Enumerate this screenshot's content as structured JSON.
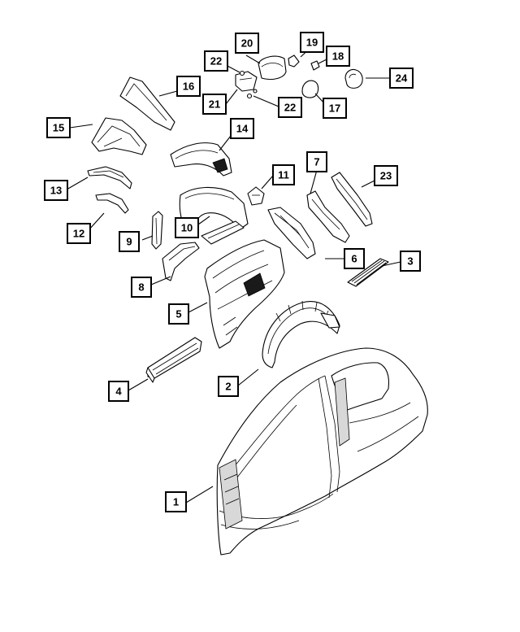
{
  "diagram": {
    "callouts": [
      {
        "id": "c1",
        "label": "1"
      },
      {
        "id": "c2",
        "label": "2"
      },
      {
        "id": "c3",
        "label": "3"
      },
      {
        "id": "c4",
        "label": "4"
      },
      {
        "id": "c5",
        "label": "5"
      },
      {
        "id": "c6",
        "label": "6"
      },
      {
        "id": "c7",
        "label": "7"
      },
      {
        "id": "c8",
        "label": "8"
      },
      {
        "id": "c9",
        "label": "9"
      },
      {
        "id": "c10",
        "label": "10"
      },
      {
        "id": "c11",
        "label": "11"
      },
      {
        "id": "c12",
        "label": "12"
      },
      {
        "id": "c13",
        "label": "13"
      },
      {
        "id": "c14",
        "label": "14"
      },
      {
        "id": "c15",
        "label": "15"
      },
      {
        "id": "c16",
        "label": "16"
      },
      {
        "id": "c17",
        "label": "17"
      },
      {
        "id": "c18",
        "label": "18"
      },
      {
        "id": "c19",
        "label": "19"
      },
      {
        "id": "c20",
        "label": "20"
      },
      {
        "id": "c21",
        "label": "21"
      },
      {
        "id": "c22a",
        "label": "22"
      },
      {
        "id": "c22b",
        "label": "22"
      },
      {
        "id": "c23",
        "label": "23"
      },
      {
        "id": "c24",
        "label": "24"
      }
    ]
  }
}
